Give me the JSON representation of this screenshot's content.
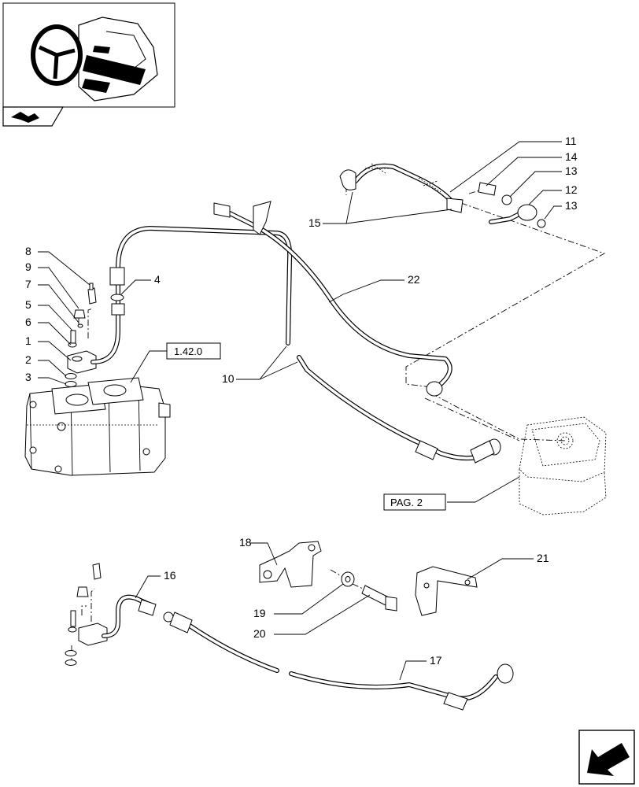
{
  "callouts": {
    "c1": "1",
    "c2": "2",
    "c3": "3",
    "c4": "4",
    "c5": "5",
    "c6": "6",
    "c7": "7",
    "c8": "8",
    "c9": "9",
    "c10": "10",
    "c11": "11",
    "c12": "12",
    "c13a": "13",
    "c13b": "13",
    "c14": "14",
    "c15": "15",
    "c16": "16",
    "c17": "17",
    "c18": "18",
    "c19": "19",
    "c20": "20",
    "c21": "21",
    "c22": "22"
  },
  "refs": {
    "section_ref": "1.42.0",
    "page_ref": "PAG. 2"
  },
  "icons": {
    "thumbnail": "tractor-steering-thumbnail-icon",
    "nav_top": "section-arrow-icon",
    "nav_next": "next-page-arrow-icon"
  }
}
